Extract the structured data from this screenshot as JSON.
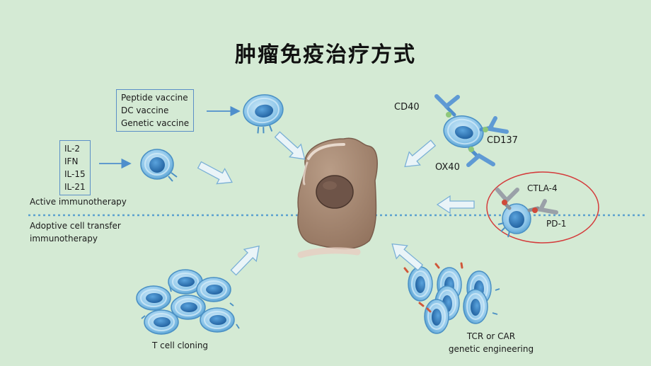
{
  "title": "肿瘤免疫治疗方式",
  "vaccine_box": {
    "lines": [
      "Peptide vaccine",
      "DC vaccine",
      "Genetic vaccine"
    ]
  },
  "cytokine_box": {
    "lines": [
      "IL-2",
      "IFN",
      "IL-15",
      "IL-21"
    ]
  },
  "active_label": "Active immunotherapy",
  "adoptive_label": {
    "line1": "Adoptive cell transfer",
    "line2": "immunotherapy"
  },
  "costim": {
    "cd40": "CD40",
    "cd137": "CD137",
    "ox40": "OX40"
  },
  "checkpoint": {
    "ctla4": "CTLA-4",
    "pd1": "PD-1"
  },
  "tcell_cloning": "T cell cloning",
  "tcr_car": {
    "line1": "TCR or CAR",
    "line2": "genetic engineering"
  },
  "colors": {
    "background": "#d4ead4",
    "tumor": "#a98a75",
    "nucleus": "#6e5448",
    "cell": "#8fc7ea",
    "cell_nucleus": "#2f77b7",
    "receptor": "#6a9fd6",
    "checkpoint_receptor": "#8a8f96",
    "highlight_circle": "#d43b3b",
    "divider": "#5aa0cf"
  }
}
